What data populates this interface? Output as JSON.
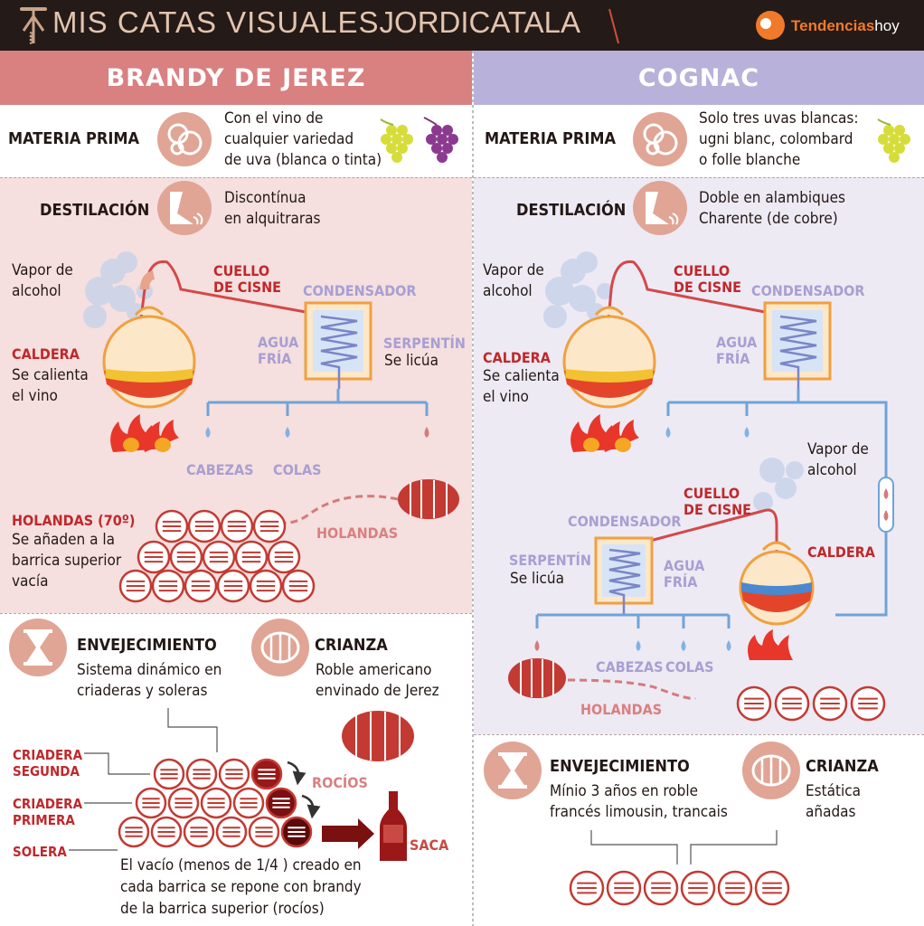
{
  "header": {
    "title": "MIS CATAS VISUALES",
    "author": "JORDICATALA",
    "logo": "Tendencias",
    "logo_suffix": "hoy",
    "colors": {
      "bar": "#241a17",
      "title": "#e2c4ae",
      "logo": "#f07a2a"
    }
  },
  "brandy": {
    "title": "BRANDY DE JEREZ",
    "materia_label": "MATERIA PRIMA",
    "materia_text": [
      "Con el vino de",
      "cualquier variedad",
      "de uva (blanca o tinta)"
    ],
    "destilacion_label": "DESTILACIÓN",
    "destilacion_text": [
      "Discontínua",
      "en alquitraras"
    ],
    "vapor": [
      "Vapor de",
      "alcohol"
    ],
    "cuello": [
      "CUELLO",
      "DE CISNE"
    ],
    "condensador": "CONDENSADOR",
    "agua": [
      "AGUA",
      "FRÍA"
    ],
    "serpentin": "SERPENTÍN",
    "se_licua": "Se licúa",
    "caldera": "CALDERA",
    "se_calienta": [
      "Se calienta",
      "el vino"
    ],
    "cabezas": "CABEZAS",
    "colas": "COLAS",
    "holandas_title": "HOLANDAS (70º)",
    "holandas_text": [
      "Se añaden a la",
      "barrica superior",
      "vacía"
    ],
    "holandas_label": "HOLANDAS",
    "envejecimiento_label": "ENVEJECIMIENTO",
    "envejecimiento_text": [
      "Sistema dinámico en",
      "criaderas y soleras"
    ],
    "crianza_label": "CRIANZA",
    "crianza_text": [
      "Roble americano",
      "envinado de Jerez"
    ],
    "criadera_segunda": [
      "CRIADERA",
      "SEGUNDA"
    ],
    "criadera_primera": [
      "CRIADERA",
      "PRIMERA"
    ],
    "solera": "SOLERA",
    "rocios": "ROCÍOS",
    "saca": "SACA",
    "vacio_text": [
      "El vacío (menos de 1/4 ) creado en",
      "cada barrica se repone con brandy",
      "de la barrica superior (rocíos)"
    ]
  },
  "cognac": {
    "title": "COGNAC",
    "materia_label": "MATERIA PRIMA",
    "materia_text": [
      "Solo tres uvas blancas:",
      "ugni blanc, colombard",
      "o folle blanche"
    ],
    "destilacion_label": "DESTILACIÓN",
    "destilacion_text": [
      "Doble en alambiques",
      "Charente (de cobre)"
    ],
    "vapor1": [
      "Vapor de",
      "alcohol"
    ],
    "cuello1": [
      "CUELLO",
      "DE CISNE"
    ],
    "condensador1": "CONDENSADOR",
    "agua1": [
      "AGUA",
      "FRÍA"
    ],
    "caldera1": "CALDERA",
    "se_calienta": [
      "Se calienta",
      "el vino"
    ],
    "vapor2": [
      "Vapor de",
      "alcohol"
    ],
    "cuello2": [
      "CUELLO",
      "DE CISNE"
    ],
    "condensador2": "CONDENSADOR",
    "serpentin": "SERPENTÍN",
    "se_licua": "Se licúa",
    "agua2": [
      "AGUA",
      "FRÍA"
    ],
    "caldera2": "CALDERA",
    "cabezas": "CABEZAS",
    "colas": "COLAS",
    "holandas_label": "HOLANDAS",
    "envejecimiento_label": "ENVEJECIMIENTO",
    "envejecimiento_text": [
      "Mínio 3 años en roble",
      "francés limousin, trancais"
    ],
    "crianza_label": "CRIANZA",
    "crianza_text": [
      "Estática",
      "añadas"
    ]
  }
}
